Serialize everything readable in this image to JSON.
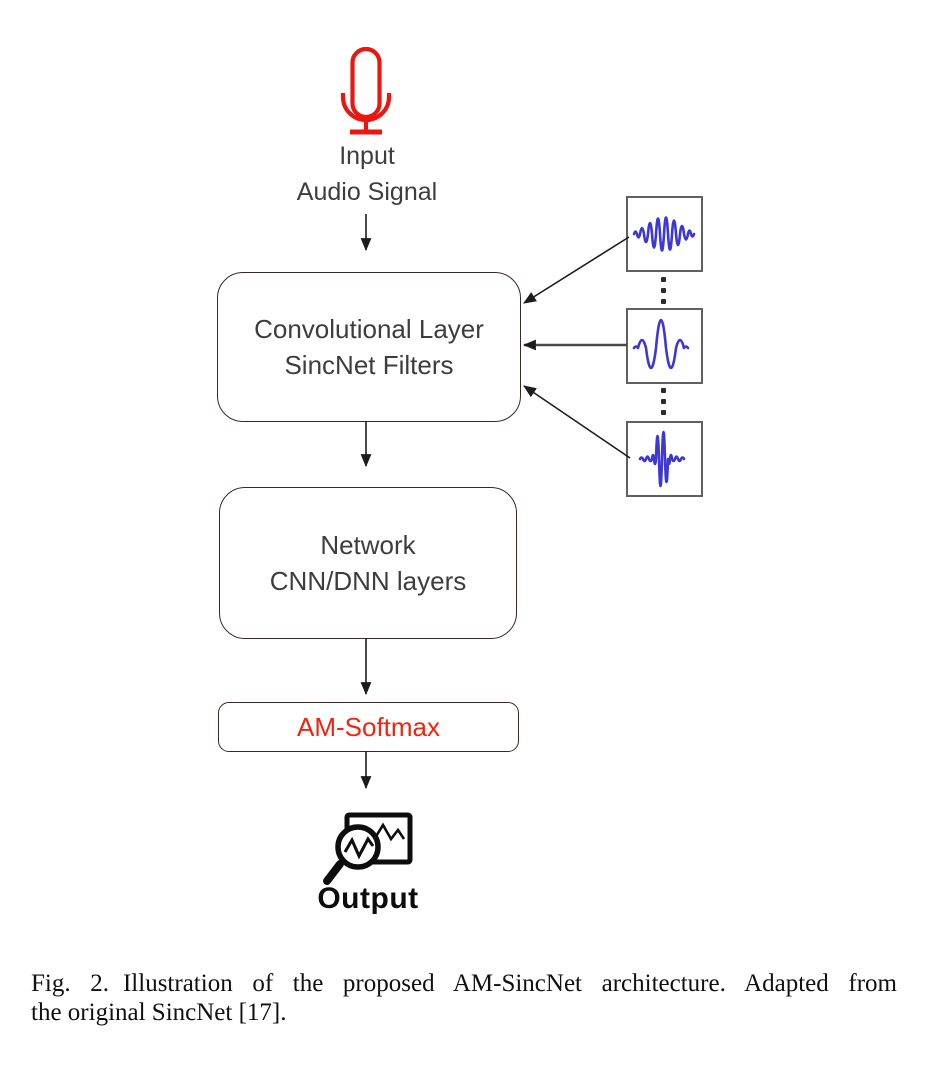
{
  "diagram": {
    "input": {
      "icon": "microphone-icon",
      "label_line1": "Input",
      "label_line2": "Audio Signal"
    },
    "blocks": {
      "conv": {
        "line1": "Convolutional Layer",
        "line2": "SincNet Filters"
      },
      "network": {
        "line1": "Network",
        "line2": "CNN/DNN layers"
      },
      "am_softmax": {
        "label": "AM-Softmax"
      }
    },
    "filter_bank": {
      "items": [
        {
          "icon": "wide-band-sinc-waveform-icon"
        },
        {
          "icon": "low-frequency-sinc-waveform-icon"
        },
        {
          "icon": "high-frequency-sinc-waveform-icon"
        }
      ],
      "ellipsis_icon": "vertical-ellipsis-icon"
    },
    "output": {
      "icon": "magnifier-chart-icon",
      "label": "Output"
    }
  },
  "caption": {
    "label": "Fig. 2.",
    "line1_rest": "Illustration of the proposed AM-SincNet architecture. Adapted from",
    "line2": "the original SincNet [17]."
  },
  "colors": {
    "mic_red": "#ea1711",
    "am_softmax_red": "#f2230f",
    "waveform_blue": "#3d37d4",
    "block_border": "#3c2727",
    "filter_border": "#606060",
    "text_dark": "#3d3d3d",
    "arrow_black": "#1c1c1c"
  }
}
